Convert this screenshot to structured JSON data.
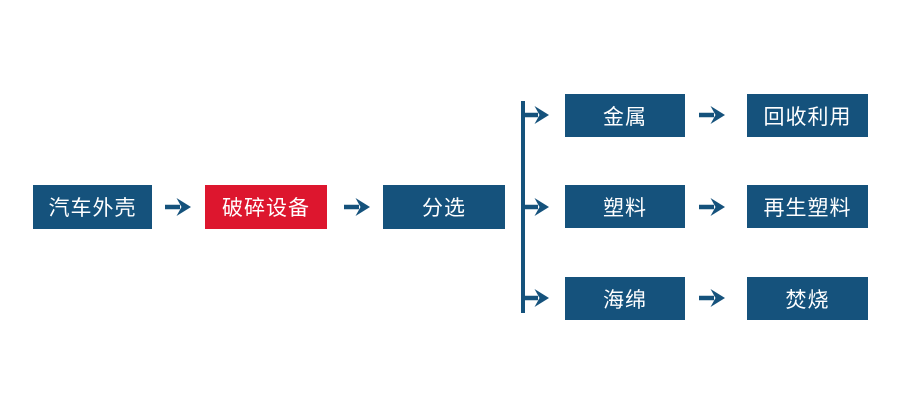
{
  "colors": {
    "node_blue": "#15527C",
    "node_red": "#DD162E",
    "node_text": "#FFFFFF",
    "connector": "#15527C"
  },
  "flow": {
    "main_nodes": [
      {
        "label": "汽车外壳",
        "color": "#15527C"
      },
      {
        "label": "破碎设备",
        "color": "#DD162E"
      },
      {
        "label": "分选",
        "color": "#15527C"
      }
    ],
    "branches": [
      {
        "material": "金属",
        "outcome": "回收利用"
      },
      {
        "material": "塑料",
        "outcome": "再生塑料"
      },
      {
        "material": "海绵",
        "outcome": "焚烧"
      }
    ]
  }
}
